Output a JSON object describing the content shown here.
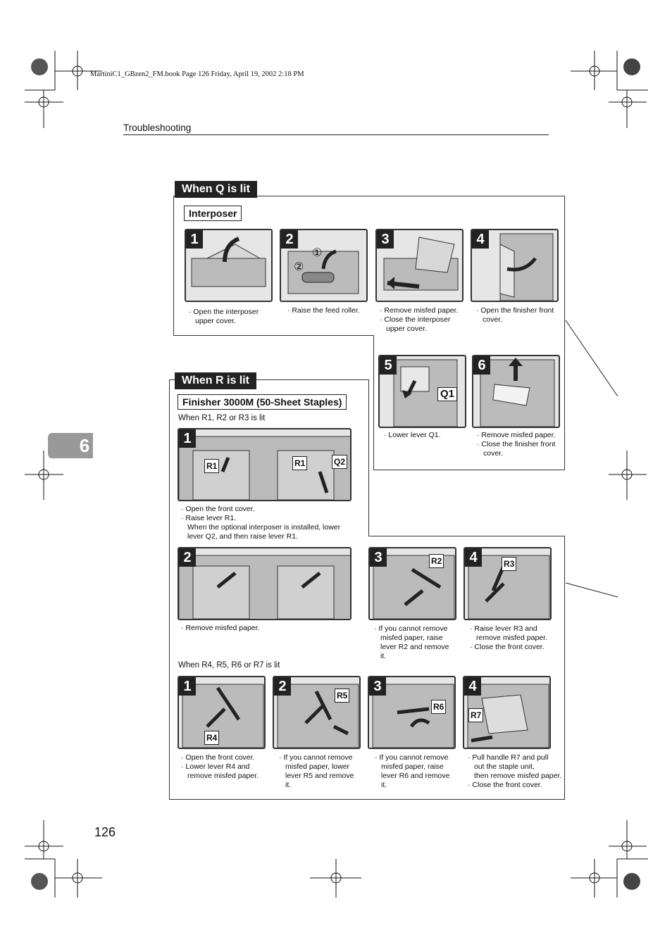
{
  "header": {
    "file_info": "MartiniC1_GBzen2_FM.book  Page 126  Friday, April 19, 2002  2:18 PM",
    "section_title": "Troubleshooting"
  },
  "chapter": {
    "number": "6"
  },
  "page_number": "126",
  "q_section": {
    "heading": "When Q is lit",
    "subheading": "Interposer",
    "steps": [
      {
        "num": "1",
        "lines": [
          "Open the interposer",
          "upper cover."
        ]
      },
      {
        "num": "2",
        "lines": [
          "Raise the feed roller."
        ]
      },
      {
        "num": "3",
        "lines": [
          "Remove misfed paper.",
          "Close the interposer",
          "upper cover."
        ]
      },
      {
        "num": "4",
        "lines": [
          "Open the finisher front",
          "cover."
        ]
      },
      {
        "num": "5",
        "lines": [
          "Lower lever Q1."
        ]
      },
      {
        "num": "6",
        "lines": [
          "Remove misfed paper.",
          "Close the finisher front",
          "cover."
        ]
      }
    ],
    "labels": {
      "c1": "①",
      "c2": "②",
      "q1": "Q1"
    }
  },
  "r_section": {
    "heading": "When R is lit",
    "subheading": "Finisher 3000M (50-Sheet Staples)",
    "group1_label": "When R1, R2 or R3 is lit",
    "group1_steps": [
      {
        "num": "1",
        "lines": [
          "Open the front cover.",
          "Raise lever R1.",
          "When the optional interposer is installed, lower",
          "lever Q2, and then raise lever R1."
        ],
        "bullets": [
          true,
          true,
          false,
          false
        ]
      },
      {
        "num": "2",
        "lines": [
          "Remove misfed paper."
        ],
        "bullets": [
          true
        ]
      },
      {
        "num": "3",
        "lines": [
          "If you cannot remove",
          "misfed paper, raise",
          "lever R2 and remove",
          "it."
        ],
        "bullets": [
          true,
          false,
          false,
          false
        ]
      },
      {
        "num": "4",
        "lines": [
          "Raise lever R3 and",
          "remove misfed paper.",
          "Close the front cover."
        ],
        "bullets": [
          true,
          false,
          true
        ]
      }
    ],
    "group2_label": "When R4, R5, R6 or R7 is lit",
    "group2_steps": [
      {
        "num": "1",
        "lines": [
          "Open the front cover.",
          "Lower lever R4 and",
          "remove misfed paper."
        ],
        "bullets": [
          true,
          true,
          false
        ]
      },
      {
        "num": "2",
        "lines": [
          "If you cannot remove",
          "misfed paper, lower",
          "lever R5 and remove",
          "it."
        ],
        "bullets": [
          true,
          false,
          false,
          false
        ]
      },
      {
        "num": "3",
        "lines": [
          "If you cannot remove",
          "misfed paper, raise",
          "lever R6 and remove",
          "it."
        ],
        "bullets": [
          true,
          false,
          false,
          false
        ]
      },
      {
        "num": "4",
        "lines": [
          "Pull handle R7 and pull",
          "out the staple unit,",
          "then remove misfed paper.",
          "Close the front cover."
        ],
        "bullets": [
          true,
          false,
          false,
          true
        ]
      }
    ],
    "labels": {
      "r1": "R1",
      "q2": "Q2",
      "r2": "R2",
      "r3": "R3",
      "r4": "R4",
      "r5": "R5",
      "r6": "R6",
      "r7": "R7"
    }
  },
  "colors": {
    "panel_bg": "#e6e6e6",
    "heading_bg": "#222222",
    "chapter_tab": "#999999"
  }
}
